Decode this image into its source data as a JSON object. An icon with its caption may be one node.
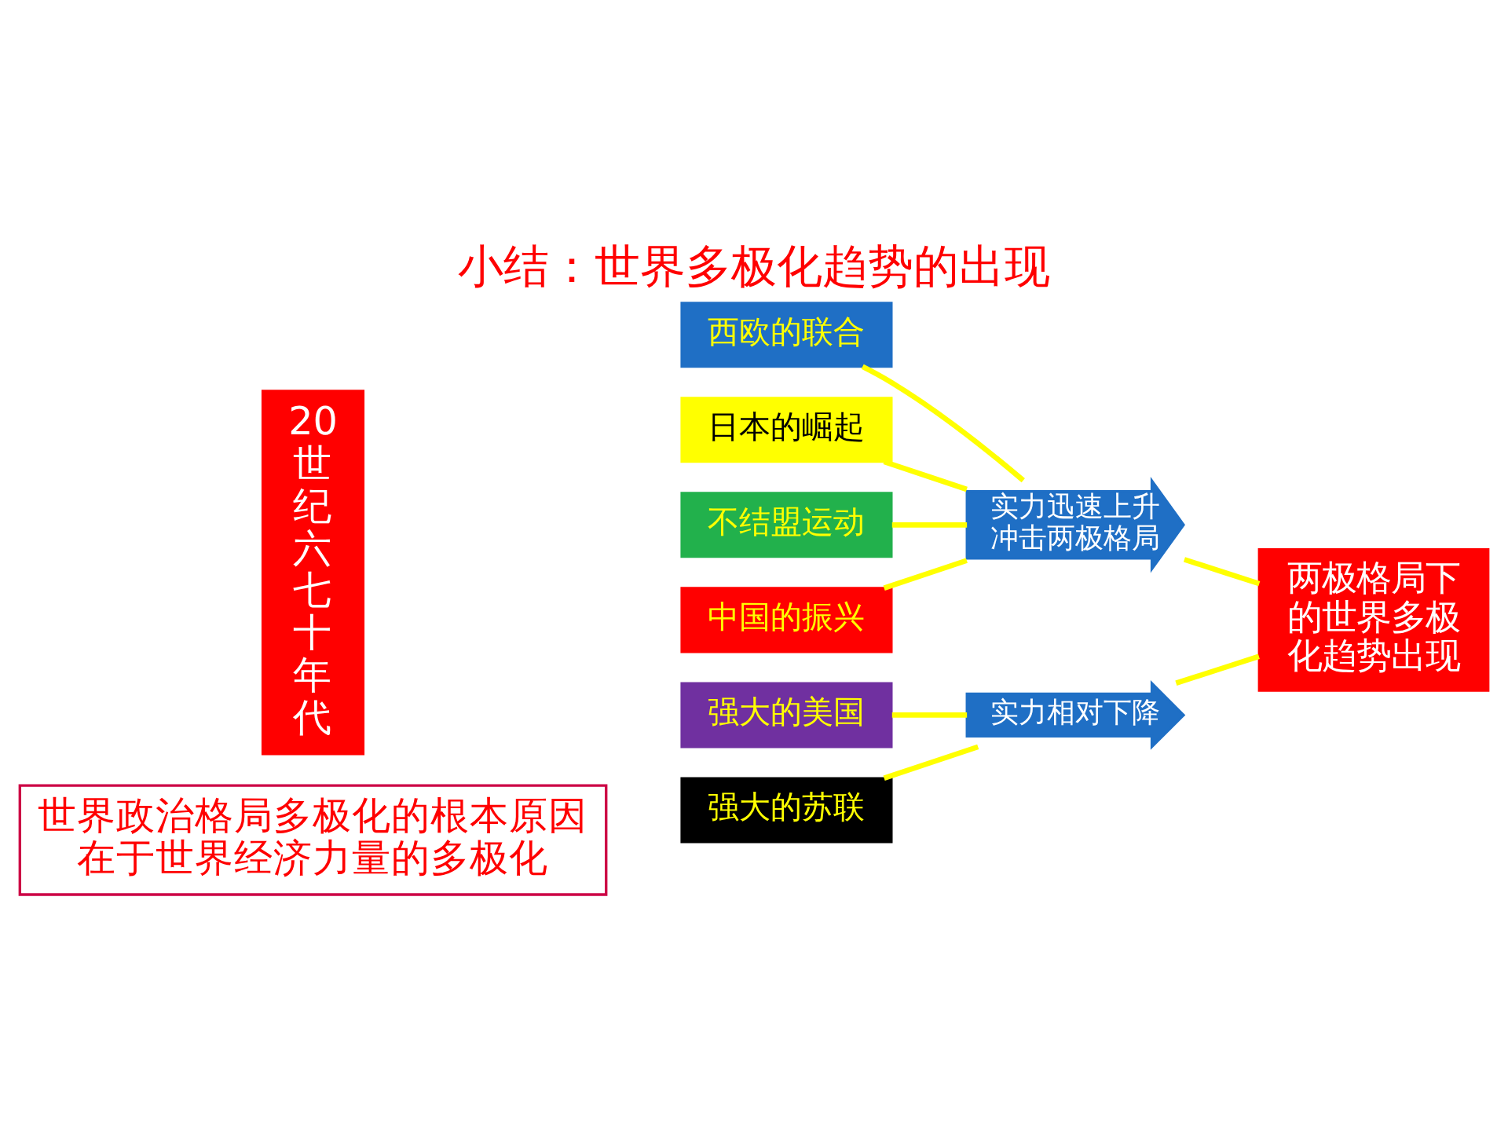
{
  "diagram": {
    "title": "小结：世界多极化趋势的出现",
    "nodes": [
      {
        "text": [
          "20世纪六七十年代"
        ]
      },
      {
        "text": [
          "西欧的联合"
        ]
      },
      {
        "text": [
          "日本的崛起"
        ]
      },
      {
        "text": [
          "不结盟运动"
        ]
      },
      {
        "text": [
          "中国的振兴"
        ]
      },
      {
        "text": [
          "强大的美国"
        ]
      },
      {
        "text": [
          "强大的苏联"
        ]
      },
      {
        "text": [
          "实力迅速上升冲击两极格局"
        ]
      },
      {
        "text": [
          "实力相对下降"
        ]
      },
      {
        "text": [
          "两极格局下的世界多极化趋势出现"
        ]
      },
      {
        "text": [
          "世界政治格局多极化的根本原因在于世界经济力量的多极化"
        ]
      }
    ],
    "edges": [
      {
        "from": 1,
        "to": 7,
        "arrow": "none",
        "color": "#ffff00"
      },
      {
        "from": 2,
        "to": 7,
        "arrow": "none",
        "color": "#ffff00"
      },
      {
        "from": 3,
        "to": 7,
        "arrow": "none",
        "color": "#ffff00"
      },
      {
        "from": 4,
        "to": 7,
        "arrow": "none",
        "color": "#ffff00"
      },
      {
        "from": 5,
        "to": 8,
        "arrow": "none",
        "color": "#ffff00"
      },
      {
        "from": 6,
        "to": 8,
        "arrow": "none",
        "color": "#ffff00"
      },
      {
        "from": 7,
        "to": 9,
        "arrow": "none",
        "color": "#ffff00"
      },
      {
        "from": 8,
        "to": 9,
        "arrow": "none",
        "color": "#ffff00"
      }
    ]
  }
}
